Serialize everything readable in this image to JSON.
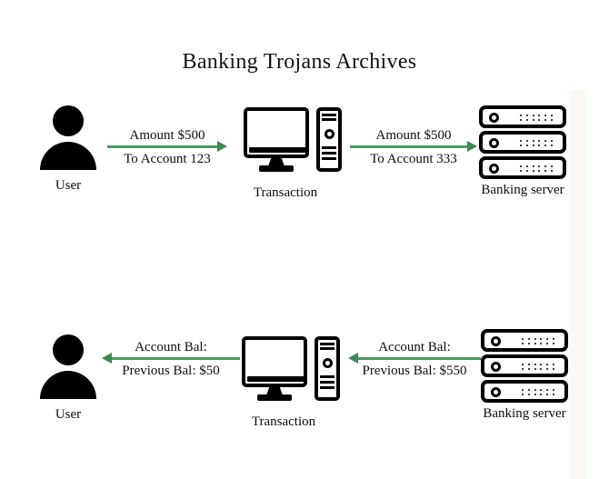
{
  "page": {
    "title": "Banking Trojans Archives",
    "background_color": "#ffffff",
    "arrow_color": "#4a9a5e",
    "text_color": "#0d0d0d"
  },
  "flows": [
    {
      "id": "legitimate-request",
      "nodes": {
        "user": {
          "label": "User",
          "icon": "user-icon"
        },
        "transaction": {
          "label": "Transaction",
          "icon": "desktop-computer-icon"
        },
        "server": {
          "label": "Banking server",
          "icon": "server-rack-icon"
        }
      },
      "arrows": [
        {
          "id": "user-to-transaction",
          "direction": "right",
          "line_above": "Amount $500",
          "line_below": "To Account 123"
        },
        {
          "id": "transaction-to-server",
          "direction": "right",
          "line_above": "Amount $500",
          "line_below": "To Account 333"
        }
      ]
    },
    {
      "id": "balance-response",
      "nodes": {
        "user": {
          "label": "User",
          "icon": "user-icon"
        },
        "transaction": {
          "label": "Transaction",
          "icon": "desktop-computer-icon"
        },
        "server": {
          "label": "Banking server",
          "icon": "server-rack-icon"
        }
      },
      "arrows": [
        {
          "id": "transaction-to-user",
          "direction": "left",
          "line_above": "Account Bal:",
          "line_below": "Previous Bal: $50"
        },
        {
          "id": "server-to-transaction",
          "direction": "left",
          "line_above": "Account Bal:",
          "line_below": "Previous Bal: $550"
        }
      ]
    }
  ]
}
